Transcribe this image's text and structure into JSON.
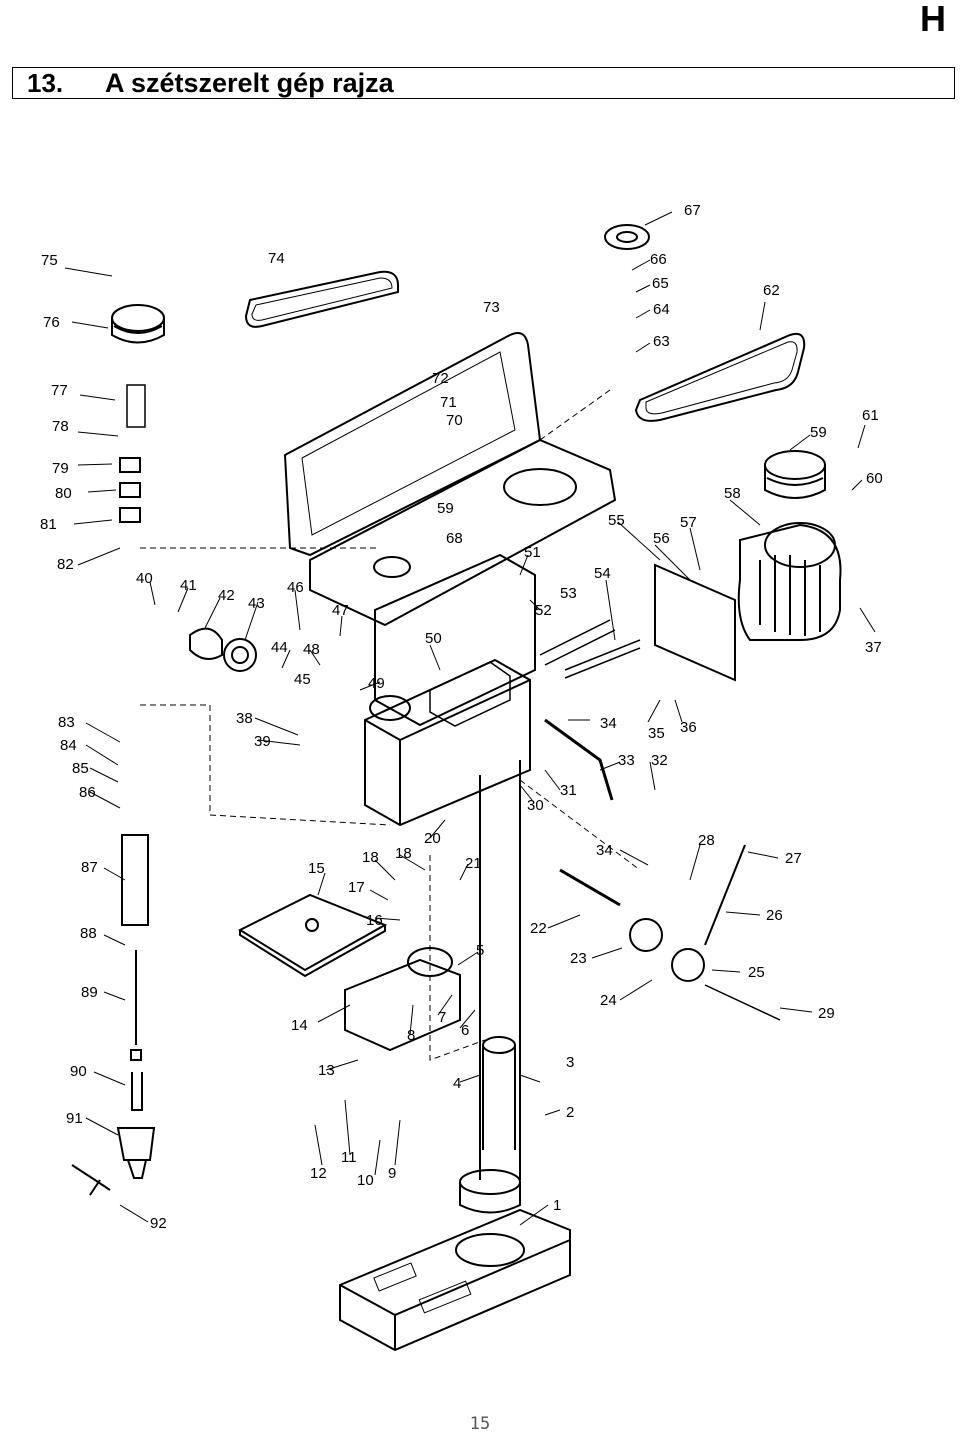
{
  "page": {
    "language_mark": "H",
    "section_number": "13.",
    "section_title": "A szétszerelt gép rajza",
    "page_number": "15"
  },
  "diagram": {
    "part_labels": [
      "1",
      "2",
      "3",
      "4",
      "5",
      "6",
      "7",
      "8",
      "9",
      "10",
      "11",
      "12",
      "13",
      "14",
      "15",
      "16",
      "17",
      "18",
      "18",
      "20",
      "21",
      "22",
      "23",
      "24",
      "25",
      "26",
      "27",
      "28",
      "29",
      "30",
      "31",
      "32",
      "33",
      "34",
      "34",
      "35",
      "36",
      "37",
      "38",
      "39",
      "40",
      "41",
      "42",
      "43",
      "44",
      "45",
      "46",
      "47",
      "48",
      "49",
      "50",
      "51",
      "52",
      "53",
      "54",
      "55",
      "56",
      "57",
      "58",
      "59",
      "59",
      "60",
      "61",
      "62",
      "63",
      "64",
      "65",
      "66",
      "67",
      "68",
      "70",
      "71",
      "72",
      "73",
      "74",
      "75",
      "76",
      "77",
      "78",
      "79",
      "80",
      "81",
      "82",
      "83",
      "84",
      "85",
      "86",
      "87",
      "88",
      "89",
      "90",
      "91",
      "92"
    ]
  }
}
